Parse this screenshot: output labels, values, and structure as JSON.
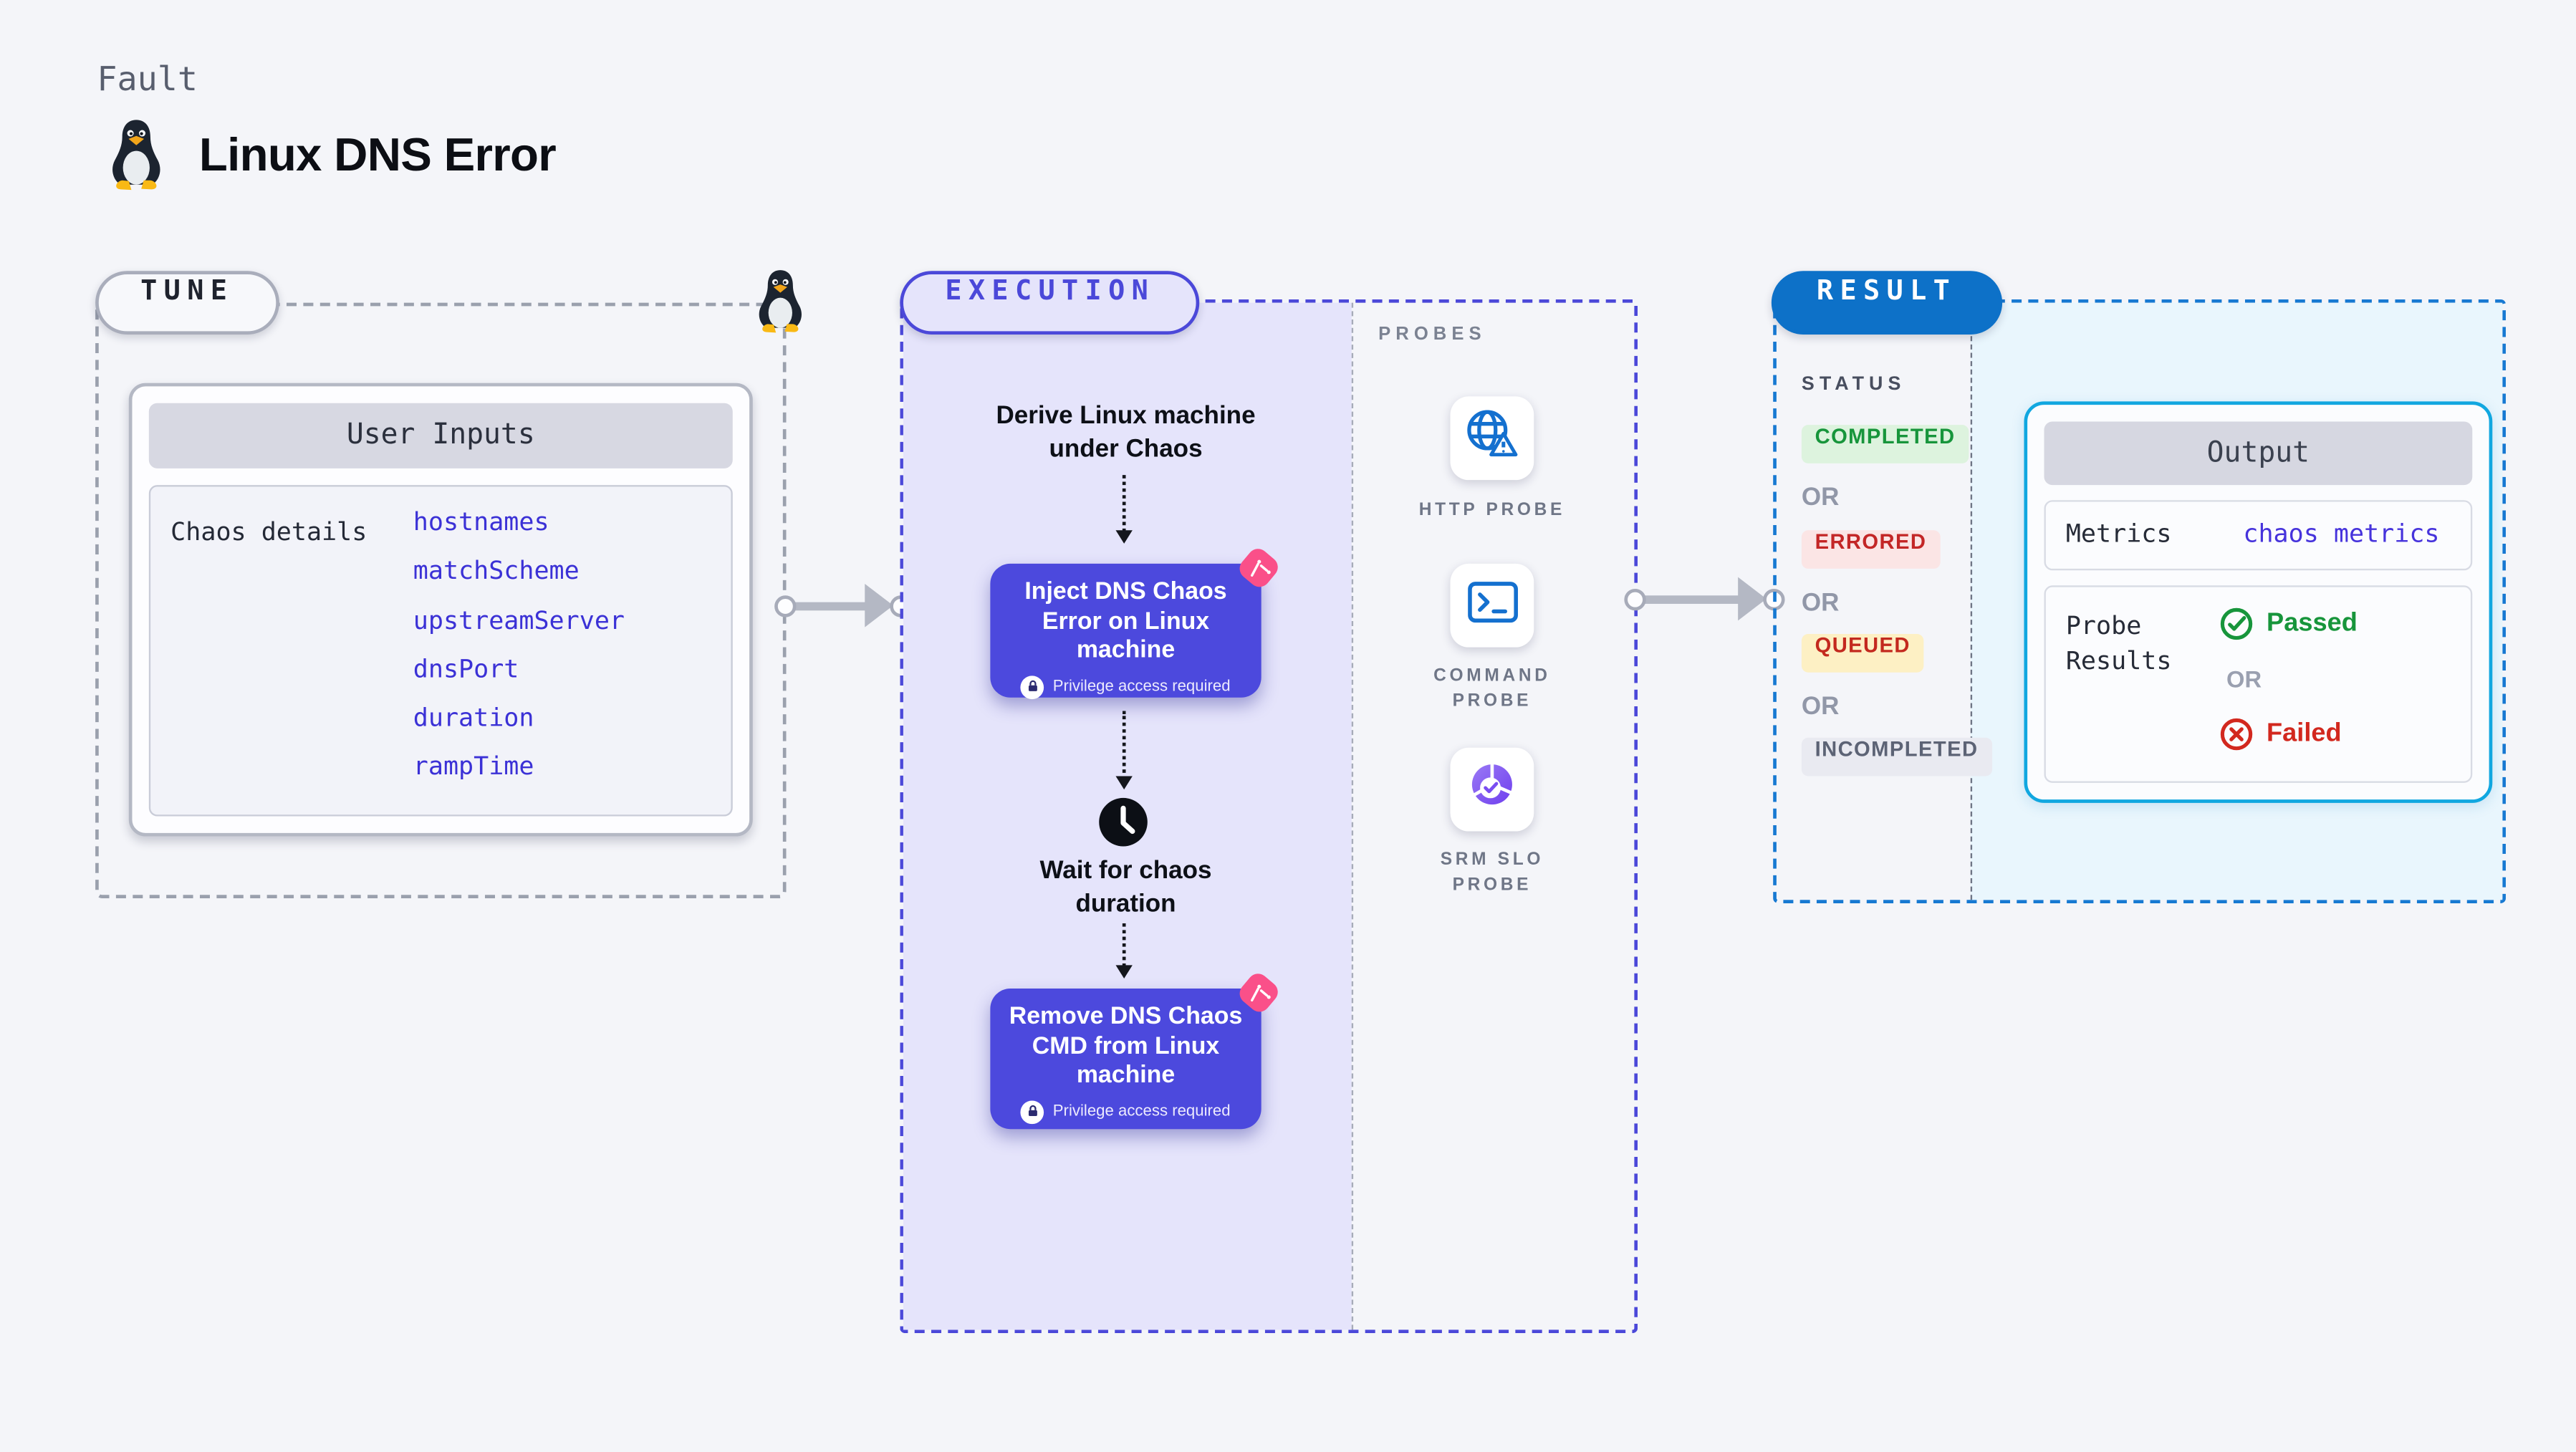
{
  "header": {
    "kicker": "Fault",
    "title": "Linux DNS Error",
    "icon": "tux-penguin-icon"
  },
  "tune": {
    "badge": "TUNE",
    "icon": "tux-penguin-icon",
    "card": {
      "title": "User Inputs",
      "row_label": "Chaos details",
      "params": [
        "hostnames",
        "matchScheme",
        "upstreamServer",
        "dnsPort",
        "duration",
        "rampTime"
      ]
    }
  },
  "execution": {
    "badge": "EXECUTION",
    "steps": {
      "derive": "Derive Linux machine under Chaos",
      "inject": "Inject DNS Chaos Error on Linux machine",
      "wait": "Wait for chaos duration",
      "remove": "Remove DNS Chaos CMD from Linux machine"
    },
    "privilege_note": "Privilege access required",
    "icons": {
      "wait": "clock-icon",
      "chaos_step": "chaos-pink-icon",
      "privilege": "lock-icon"
    }
  },
  "probes": {
    "title": "PROBES",
    "items": [
      {
        "label": "HTTP PROBE",
        "icon": "globe-warning-icon"
      },
      {
        "label": "COMMAND PROBE",
        "icon": "terminal-icon"
      },
      {
        "label": "SRM SLO PROBE",
        "icon": "slo-donut-check-icon"
      }
    ]
  },
  "result": {
    "badge": "RESULT",
    "status_heading": "STATUS",
    "or_label": "OR",
    "statuses": [
      {
        "label": "COMPLETED",
        "fg": "#17953b",
        "bg": "#ddf3de"
      },
      {
        "label": "ERRORED",
        "fg": "#c32626",
        "bg": "#fbe5e5"
      },
      {
        "label": "QUEUED",
        "fg": "#c3291e",
        "bg": "#fdf0c4"
      },
      {
        "label": "INCOMPLETED",
        "fg": "#5c6375",
        "bg": "#e9eaf1"
      }
    ],
    "output": {
      "title": "Output",
      "metrics_label": "Metrics",
      "metrics_value": "chaos metrics",
      "probe_results_label": "Probe Results",
      "passed_label": "Passed",
      "failed_label": "Failed",
      "passed_icon": "check-circle-icon",
      "failed_icon": "x-circle-icon"
    }
  },
  "colors": {
    "page_bg": "#f4f5f9",
    "indigo": "#4b48d9",
    "node_indigo": "#4c49dd",
    "lavender": "#e5e4fb",
    "result_blue": "#0d71c8",
    "result_border": "#1779d2",
    "cyan_panel": "#e9f6fd",
    "output_border": "#11a7e0",
    "param_blue": "#3b31d6",
    "link_indigo": "#4633dc",
    "probe_icon_blue": "#1470cf",
    "chaos_pink": "#fa5089",
    "passed_green": "#17953b",
    "failed_red": "#d2281e"
  }
}
